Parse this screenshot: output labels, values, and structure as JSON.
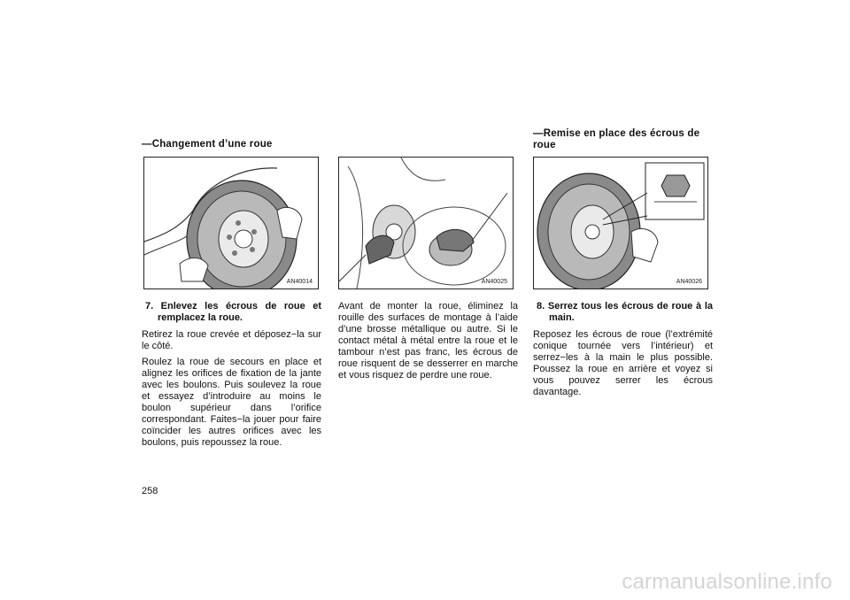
{
  "section_heads": {
    "left": "—Changement d’une roue",
    "right": "—Remise en place des écrous de roue"
  },
  "figures": {
    "fig1_code": "AN40014",
    "fig2_code": "AN40025",
    "fig3_code": "AN40026"
  },
  "col1": {
    "step_title": "7. Enlevez les écrous de roue et remplacez la roue.",
    "p1": "Retirez la roue crevée et déposez−la sur le côté.",
    "p2": "Roulez la roue de secours en place et alignez les orifices de fixation de la jante avec les boulons. Puis soulevez la roue et essayez d’introduire au moins le boulon supérieur dans l’orifice correspondant. Faites−la jouer pour faire coïncider les autres orifices avec les boulons, puis repoussez la roue."
  },
  "col2": {
    "p1": "Avant de monter la roue, éliminez la rouille des surfaces de montage à l’aide d’une brosse métallique ou autre. Si le contact métal à métal entre la roue et le tambour n’est pas franc, les écrous de roue risquent de se desserrer en marche et vous risquez de perdre une roue."
  },
  "col3": {
    "step_title": "8. Serrez tous les écrous de roue à la main.",
    "p1": "Reposez les écrous de roue (l’extrémité conique tournée vers l’intérieur) et serrez−les à la main le plus possible. Poussez la roue en arrière et voyez si vous pouvez serrer les écrous davantage."
  },
  "page_number": "258",
  "watermark": "carmanualsonline.info"
}
